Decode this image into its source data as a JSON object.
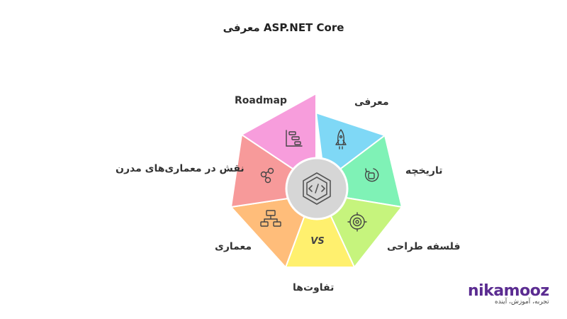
{
  "title": "معرفی ASP.NET Core",
  "segments": [
    {
      "label": "معرفی",
      "icon": "rocket-icon",
      "color": "#7fd8f6"
    },
    {
      "label": "تاریخچه",
      "icon": "history-icon",
      "color": "#7ff2b6"
    },
    {
      "label": "فلسفه طراحی",
      "icon": "target-icon",
      "color": "#c6f47d"
    },
    {
      "label": "تفاوت‌ها",
      "icon": "versus-icon",
      "color": "#fff06e"
    },
    {
      "label": "معماری",
      "icon": "server-network-icon",
      "color": "#ffbd7a"
    },
    {
      "label": "نقش در معماری‌های مدرن",
      "icon": "share-nodes-icon",
      "color": "#f79a9a"
    },
    {
      "label": "Roadmap",
      "icon": "gantt-chart-icon",
      "color": "#f79ddc"
    }
  ],
  "center": {
    "icon": "code-hexagon-icon",
    "color": "#d6d6d6"
  },
  "brand": {
    "name": "nikamooz",
    "tagline": "تجربه، آموزش، آینده"
  }
}
